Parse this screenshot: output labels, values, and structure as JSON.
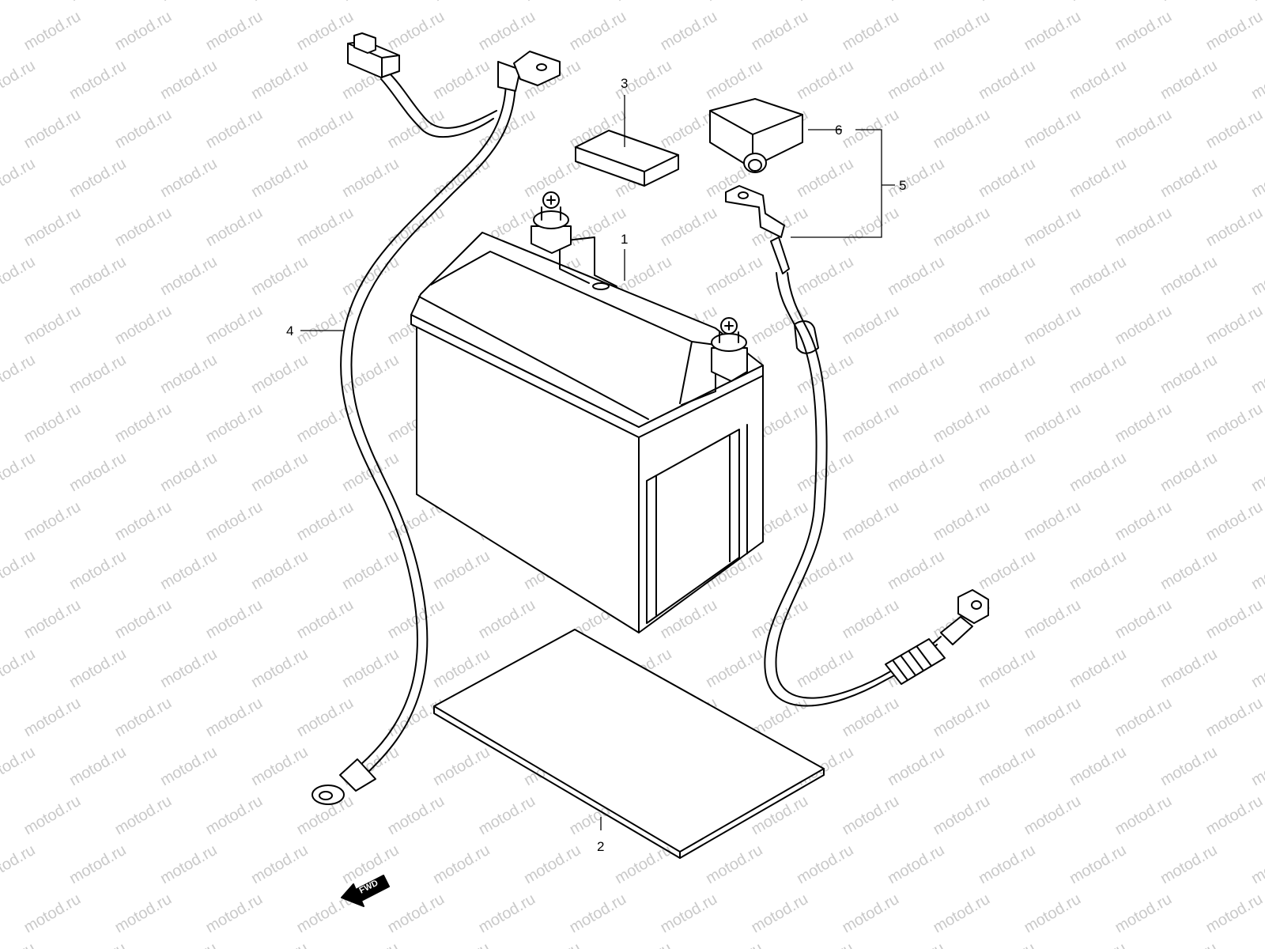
{
  "watermark": {
    "text": "motod.ru",
    "color": "#c9c9c9"
  },
  "callouts": {
    "battery": "1",
    "tray_sheet": "2",
    "cap_block": "3",
    "positive_lead": "4",
    "negative_lead_set": "5",
    "terminal_cover": "6"
  },
  "direction_arrow": {
    "label": "FWD",
    "icon": "arrow-left-icon"
  },
  "colors": {
    "line": "#000000",
    "background": "#ffffff"
  }
}
